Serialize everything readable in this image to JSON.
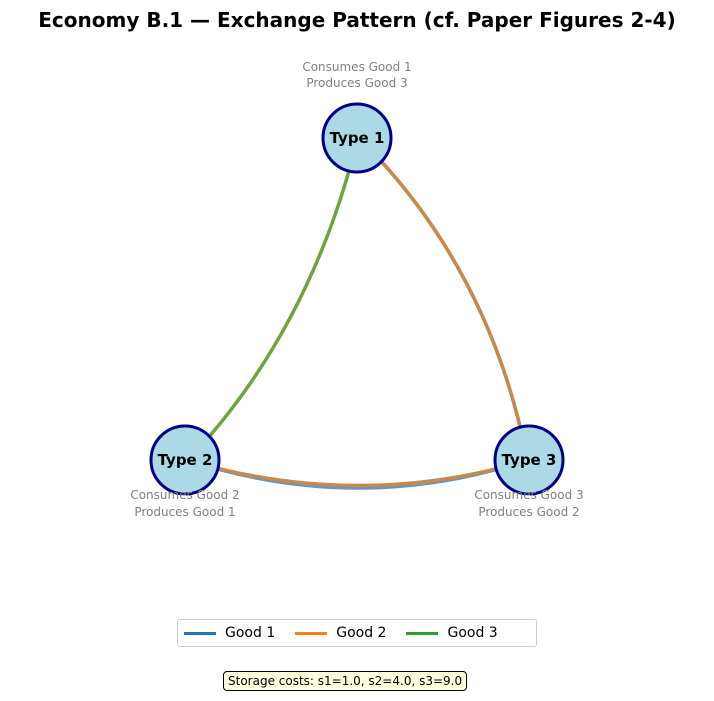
{
  "title": "Economy B.1 — Exchange Pattern (cf. Paper Figures 2-4)",
  "nodes": [
    {
      "id": "t1",
      "label": "Type 1",
      "consumes": "Consumes Good 1",
      "produces": "Produces Good 3"
    },
    {
      "id": "t2",
      "label": "Type 2",
      "consumes": "Consumes Good 2",
      "produces": "Produces Good 1"
    },
    {
      "id": "t3",
      "label": "Type 3",
      "consumes": "Consumes Good 3",
      "produces": "Produces Good 2"
    }
  ],
  "legend": [
    {
      "label": "Good 1",
      "color": "#1f77b4"
    },
    {
      "label": "Good 2",
      "color": "#ff7f0e"
    },
    {
      "label": "Good 3",
      "color": "#2ca02c"
    }
  ],
  "storage_costs": "Storage costs: s1=1.0, s2=4.0, s3=9.0",
  "colors": {
    "node_fill": "#add8e6",
    "node_stroke": "#00008b",
    "caption": "#808080",
    "good3_edge": "#6aa63a",
    "mixed_edge": "#c58a4c",
    "good1_edge": "#6e93c0"
  }
}
